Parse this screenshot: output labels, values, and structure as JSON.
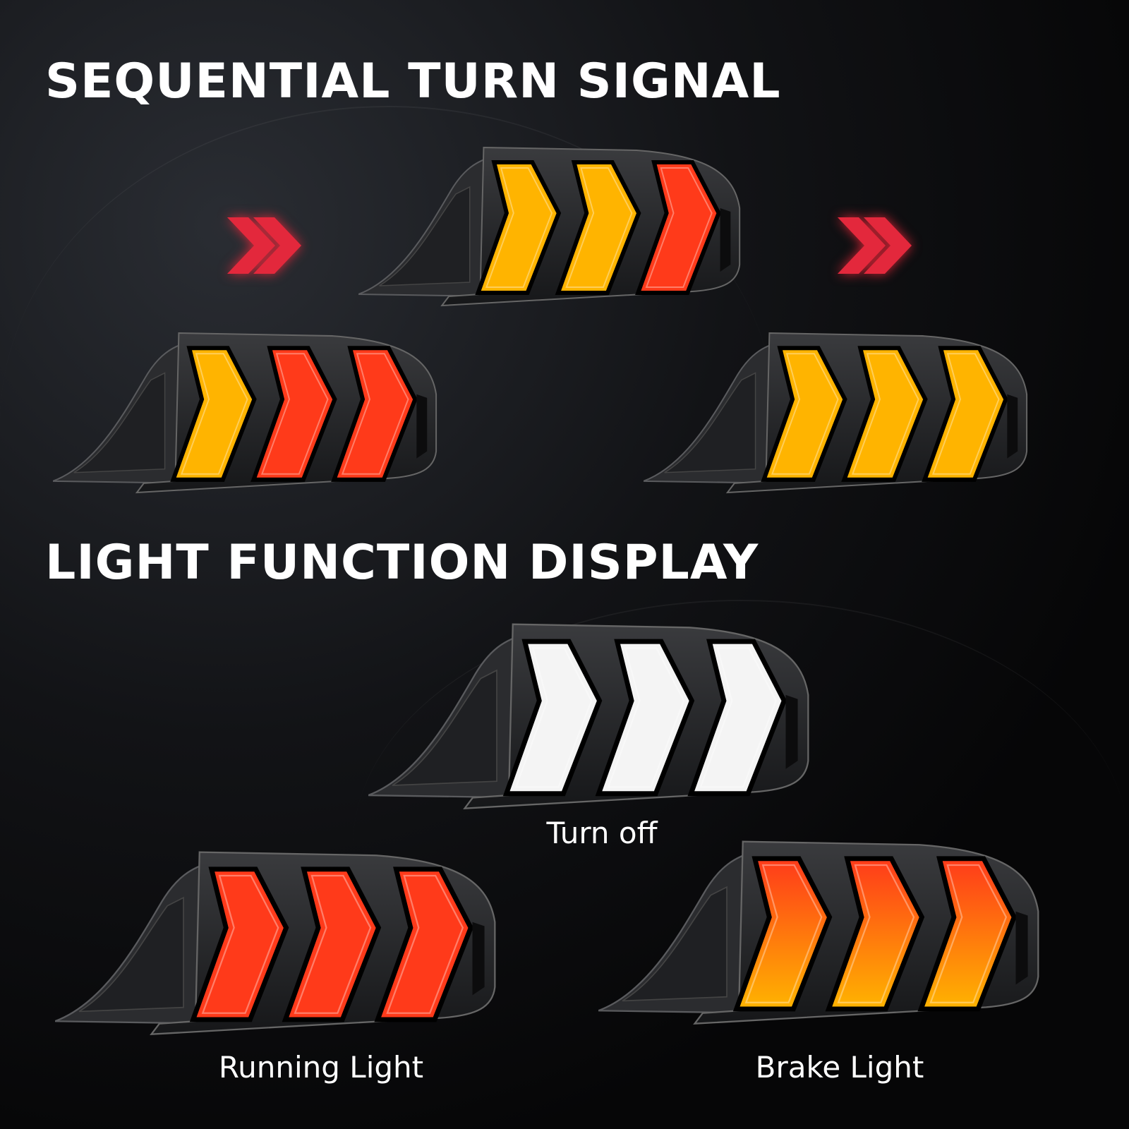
{
  "sections": {
    "sequential_title": "SEQUENTIAL TURN SIGNAL",
    "function_title": "LIGHT FUNCTION DISPLAY"
  },
  "labels": {
    "turn_off": "Turn off",
    "running": "Running Light",
    "brake": "Brake Light"
  },
  "colors": {
    "amber": "#ffb400",
    "red": "#ff3a1a",
    "white": "#f4f4f4",
    "arrow": "#e3283c"
  },
  "lamps": {
    "seq_top": [
      "amber",
      "amber",
      "red"
    ],
    "seq_left": [
      "amber",
      "red",
      "red"
    ],
    "seq_right": [
      "amber",
      "amber",
      "amber"
    ],
    "turn_off": [
      "white",
      "white",
      "white"
    ],
    "running": [
      "red",
      "red",
      "red"
    ],
    "brake": [
      "brake",
      "brake",
      "brake"
    ]
  }
}
